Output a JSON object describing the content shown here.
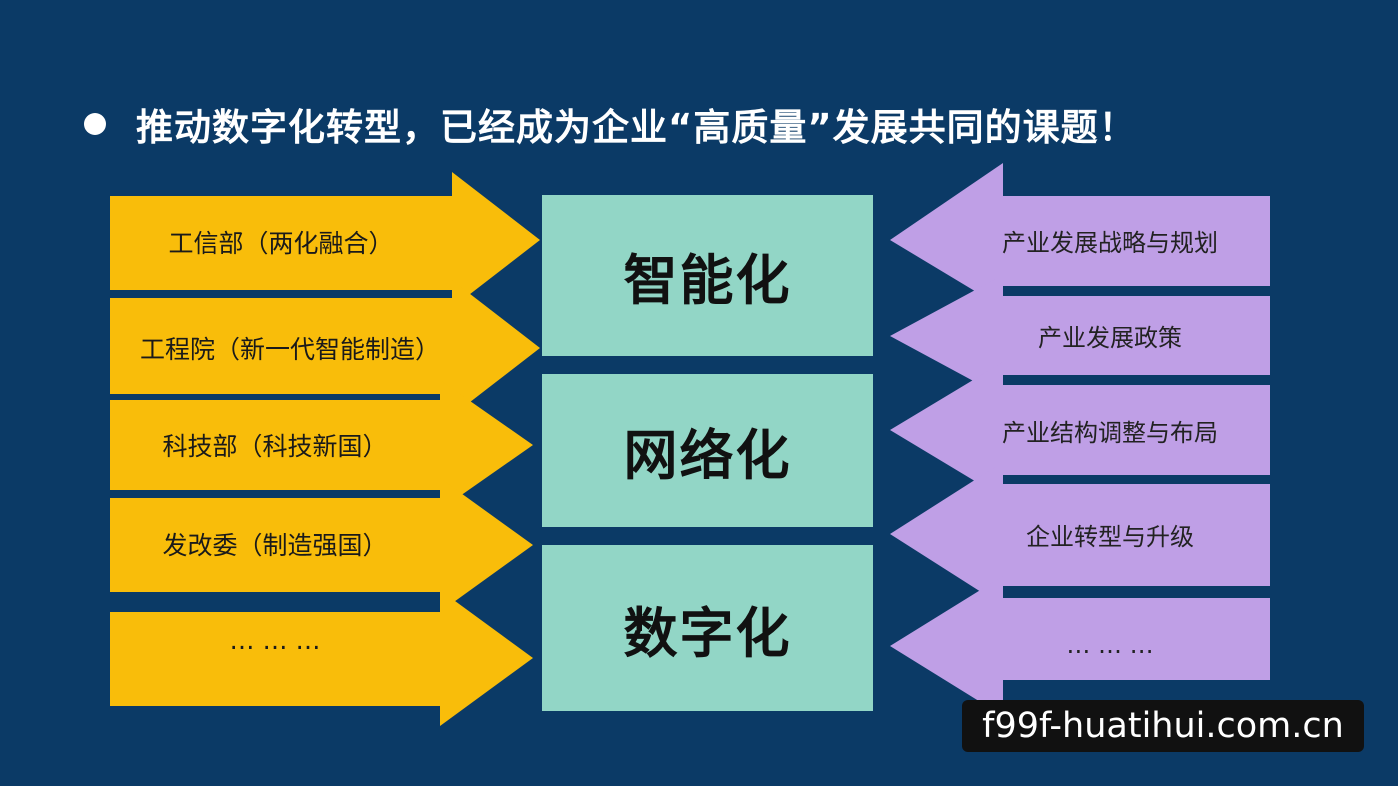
{
  "title": "推动数字化转型，已经成为企业“高质量”发展共同的课题！",
  "colors": {
    "background": "#0b3a66",
    "left_arrow": "#f9bd0a",
    "center_box": "#92d6c6",
    "right_arrow": "#bf9fe6",
    "title_text": "#ffffff"
  },
  "left_arrows": [
    "工信部（两化融合）",
    "工程院（新一代智能制造）",
    "科技部（科技新国）",
    "发改委（制造强国）",
    "… … …"
  ],
  "center_boxes": [
    "智能化",
    "网络化",
    "数字化"
  ],
  "right_arrows": [
    "产业发展战略与规划",
    "产业发展政策",
    "产业结构调整与布局",
    "企业转型与升级",
    "… … …"
  ],
  "watermark": "f99f-huatihui.com.cn"
}
